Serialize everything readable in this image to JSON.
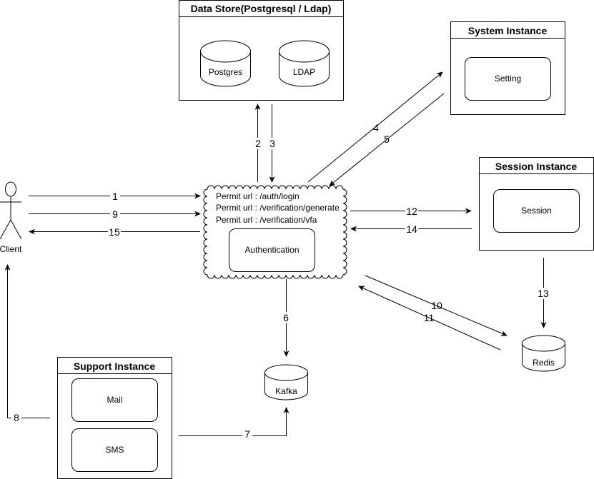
{
  "data_store": {
    "title": "Data Store(Postgresql / Ldap)",
    "postgres": "Postgres",
    "ldap": "LDAP"
  },
  "system_instance": {
    "title": "System Instance",
    "setting": "Setting"
  },
  "session_instance": {
    "title": "Session Instance",
    "session": "Session"
  },
  "support_instance": {
    "title": "Support Instance",
    "mail": "Mail",
    "sms": "SMS"
  },
  "auth": {
    "permit_urls": [
      "Permit url : /auth/login",
      "Permit url : /verification/generate",
      "Permit url : /verification/vfa"
    ],
    "label": "Authentication"
  },
  "client": "Client",
  "kafka": "Kafka",
  "redis": "Redis",
  "arrows": [
    "1",
    "2",
    "3",
    "4",
    "5",
    "6",
    "7",
    "8",
    "9",
    "10",
    "11",
    "12",
    "13",
    "14",
    "15"
  ]
}
